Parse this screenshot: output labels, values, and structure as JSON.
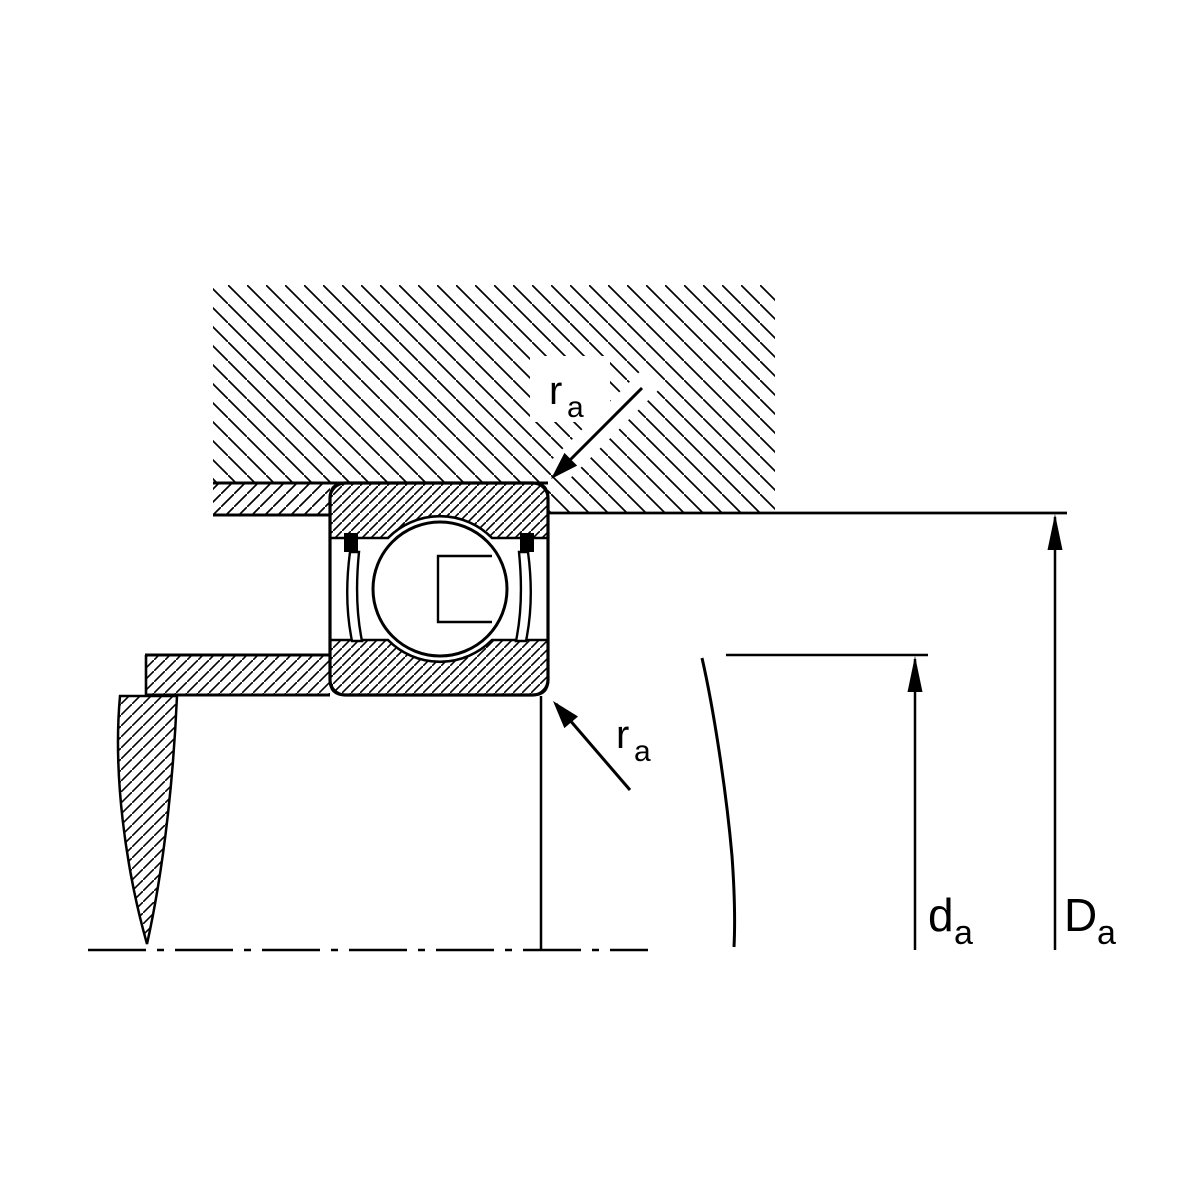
{
  "diagram": {
    "background_color": "#ffffff",
    "line_color": "#000000",
    "labels": {
      "ra_top": {
        "base": "r",
        "sub": "a"
      },
      "ra_bottom": {
        "base": "r",
        "sub": "a"
      },
      "da": {
        "base": "d",
        "sub": "a"
      },
      "Da": {
        "base": "D",
        "sub": "a"
      }
    }
  }
}
